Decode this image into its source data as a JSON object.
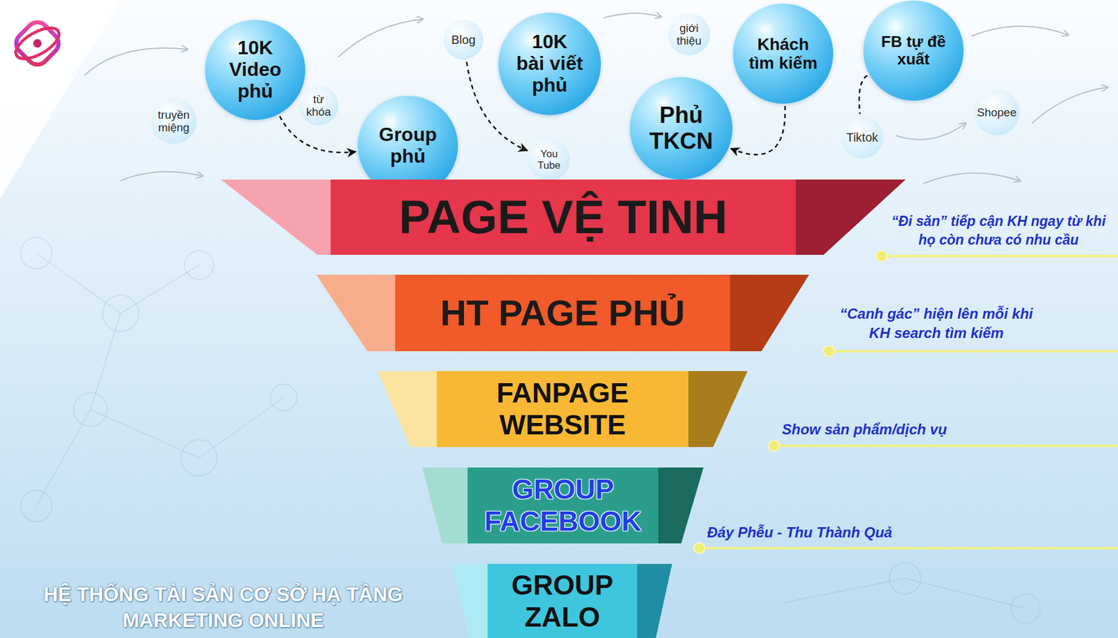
{
  "diagram": {
    "title": "HỆ THỐNG TÀI SẢN CƠ SỞ HẠ TẦNG MARKETING ONLINE",
    "nodes": [
      {
        "text": [
          "truyền miệng"
        ]
      },
      {
        "text": [
          "10K Video phủ"
        ]
      },
      {
        "text": [
          "từ khóa"
        ]
      },
      {
        "text": [
          "Group phủ"
        ]
      },
      {
        "text": [
          "Blog"
        ]
      },
      {
        "text": [
          "10K bài viết phủ"
        ]
      },
      {
        "text": [
          "You Tube"
        ]
      },
      {
        "text": [
          "giới thiệu"
        ]
      },
      {
        "text": [
          "Phủ TKCN"
        ]
      },
      {
        "text": [
          "Khách tìm kiếm"
        ]
      },
      {
        "text": [
          "FB tự đề xuất"
        ]
      },
      {
        "text": [
          "Tiktok"
        ]
      },
      {
        "text": [
          "Shopee"
        ]
      },
      {
        "text": [
          "PAGE VỆ TINH"
        ]
      },
      {
        "text": [
          "HT PAGE PHỦ"
        ]
      },
      {
        "text": [
          "FANPAGE WEBSITE"
        ]
      },
      {
        "text": [
          "GROUP FACEBOOK"
        ]
      },
      {
        "text": [
          "GROUP ZALO"
        ]
      }
    ],
    "edges": [
      {
        "from": 1,
        "to": 3,
        "arrow": "to"
      },
      {
        "from": 4,
        "to": 6,
        "arrow": "to"
      },
      {
        "from": 9,
        "to": 8,
        "arrow": "to"
      },
      {
        "from": 10,
        "to": 11,
        "arrow": "none"
      }
    ],
    "labels": [
      "“Đi săn” tiếp cận KH ngay từ khi họ còn chưa có nhu cầu",
      "“Canh gác” hiện lên mỗi khi KH search tìm kiếm",
      "Show sản phẩm/dịch vụ",
      "Đáy Phễu - Thu Thành Quả"
    ]
  }
}
